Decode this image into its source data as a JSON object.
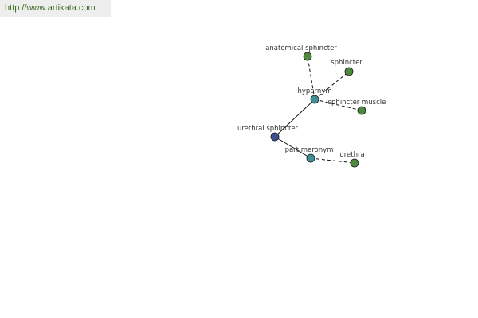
{
  "source": {
    "url_text": "http://www.artikata.com"
  },
  "graph": {
    "nodes": {
      "center": {
        "label": "urethral sphincter",
        "role": "term",
        "color": "#3e4f8f"
      },
      "hypernym": {
        "label": "hypernym",
        "role": "relation",
        "color": "#3f8f94"
      },
      "part_meronym": {
        "label": "part meronym",
        "role": "relation",
        "color": "#3f8f94"
      },
      "anatomical_sphincter": {
        "label": "anatomical sphincter",
        "role": "related-term",
        "color": "#4e8a3e"
      },
      "sphincter": {
        "label": "sphincter",
        "role": "related-term",
        "color": "#4e8a3e"
      },
      "sphincter_muscle": {
        "label": "sphincter muscle",
        "role": "related-term",
        "color": "#4e8a3e"
      },
      "urethra": {
        "label": "urethra",
        "role": "related-term",
        "color": "#4e8a3e"
      }
    },
    "edges": [
      {
        "from": "center",
        "to": "hypernym",
        "style": "solid"
      },
      {
        "from": "center",
        "to": "part_meronym",
        "style": "solid"
      },
      {
        "from": "hypernym",
        "to": "anatomical_sphincter",
        "style": "dashed"
      },
      {
        "from": "hypernym",
        "to": "sphincter",
        "style": "dashed"
      },
      {
        "from": "hypernym",
        "to": "sphincter_muscle",
        "style": "dashed"
      },
      {
        "from": "part_meronym",
        "to": "urethra",
        "style": "dashed"
      }
    ]
  }
}
